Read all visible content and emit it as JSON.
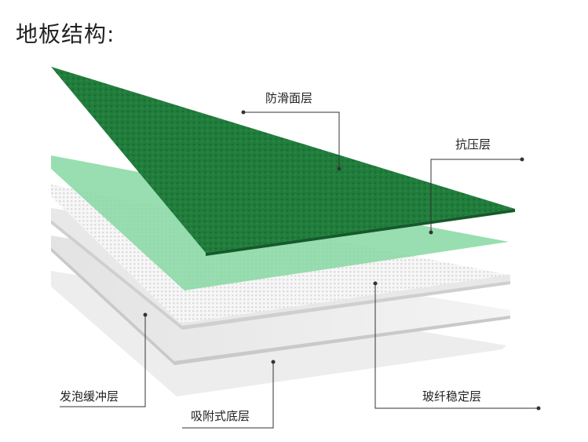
{
  "title": "地板结构:",
  "layers": [
    {
      "id": "top",
      "label": "防滑面层",
      "color": "#1f7a3a"
    },
    {
      "id": "pressure",
      "label": "抗压层",
      "color": "#7fd39c"
    },
    {
      "id": "fiberglass",
      "label": "玻纤稳定层",
      "color": "#f2f2f2"
    },
    {
      "id": "foam",
      "label": "发泡缓冲层",
      "color": "#e2e2e2"
    },
    {
      "id": "base",
      "label": "吸附式底层",
      "color": "#d9d9d9"
    }
  ]
}
